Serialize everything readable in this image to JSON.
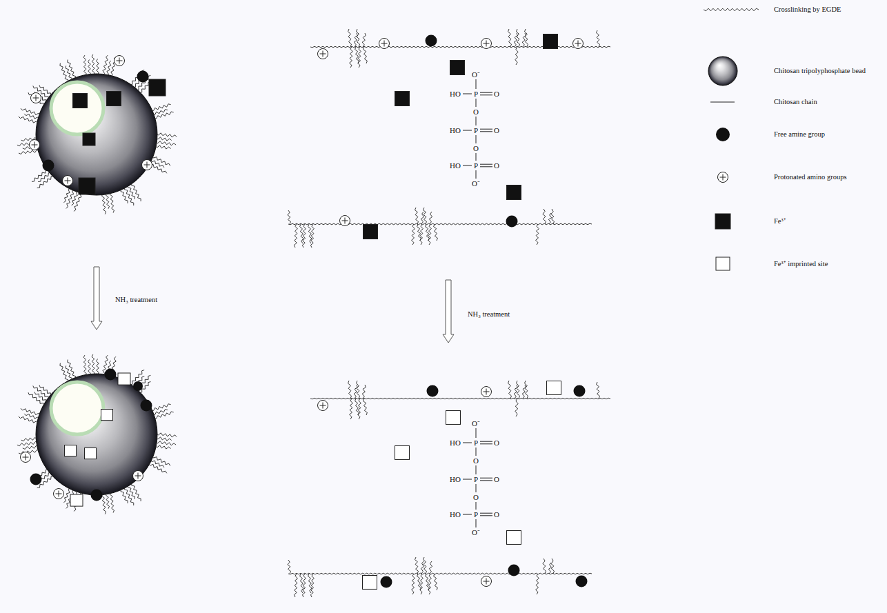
{
  "diagram": {
    "labels": [
      "NH₃ treatment",
      "NH₃ treatment",
      "O⁻",
      "HO",
      "P",
      "O",
      "O",
      "HO",
      "P",
      "O",
      "O",
      "HO",
      "P",
      "O",
      "O⁻",
      "O⁻",
      "HO",
      "P",
      "O",
      "O",
      "HO",
      "P",
      "O",
      "O",
      "HO",
      "P",
      "O",
      "O⁻"
    ],
    "legend": [
      {
        "text": "Crosslinking by EGDE"
      },
      {
        "text": "Chitosan tripolyphosphate bead"
      },
      {
        "text": "Chitosan chain"
      },
      {
        "text": "Free amine group"
      },
      {
        "text": "Protonated amino groups"
      },
      {
        "text": "Fe³⁺"
      },
      {
        "text": "Fe³⁺ imprinted site"
      }
    ]
  }
}
